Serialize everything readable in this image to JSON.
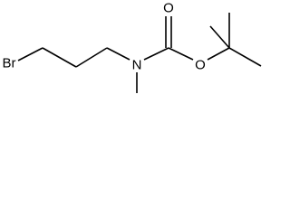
{
  "molecule": {
    "atoms": {
      "bromine": "Br",
      "nitrogen": "N",
      "carbonyl_oxygen": "O",
      "ester_oxygen": "O"
    }
  },
  "colors": {
    "bond": "#000000",
    "label": "#000000",
    "background": "#ffffff"
  }
}
